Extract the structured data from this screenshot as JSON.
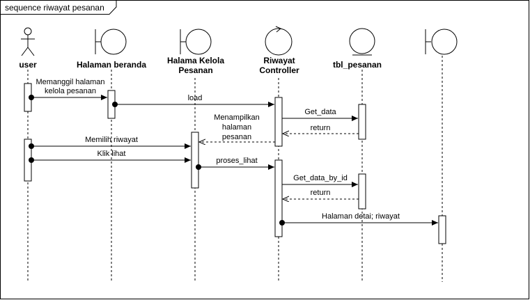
{
  "frame": {
    "title": "sequence riwayat pesanan"
  },
  "participants": [
    {
      "id": "user",
      "kind": "actor",
      "label_lines": [
        "user"
      ]
    },
    {
      "id": "beranda",
      "kind": "boundary",
      "label_lines": [
        "Halaman beranda"
      ]
    },
    {
      "id": "kelola",
      "kind": "boundary",
      "label_lines": [
        "Halama Kelola",
        "Pesanan"
      ]
    },
    {
      "id": "controller",
      "kind": "control",
      "label_lines": [
        "Riwayat",
        "Controller"
      ]
    },
    {
      "id": "tbl",
      "kind": "entity",
      "label_lines": [
        "tbl_pesanan"
      ]
    },
    {
      "id": "detail",
      "kind": "boundary",
      "label_lines": []
    }
  ],
  "messages": [
    {
      "id": "m1",
      "from": "user",
      "to": "beranda",
      "kind": "sync",
      "label_lines": [
        "Memanggil halaman",
        "kelola pesanan"
      ]
    },
    {
      "id": "m2",
      "from": "beranda",
      "to": "controller",
      "kind": "sync",
      "label_lines": [
        "load"
      ]
    },
    {
      "id": "m3",
      "from": "controller",
      "to": "tbl",
      "kind": "sync",
      "label_lines": [
        "Get_data"
      ]
    },
    {
      "id": "m4",
      "from": "tbl",
      "to": "controller",
      "kind": "return",
      "label_lines": [
        "return"
      ]
    },
    {
      "id": "m5",
      "from": "controller",
      "to": "kelola",
      "kind": "return",
      "label_lines": [
        "Menampilkan",
        "halaman",
        "pesanan"
      ]
    },
    {
      "id": "m6",
      "from": "user",
      "to": "kelola",
      "kind": "sync",
      "label_lines": [
        "Memilih riwayat"
      ]
    },
    {
      "id": "m7",
      "from": "user",
      "to": "kelola",
      "kind": "sync",
      "label_lines": [
        "Klik lihat"
      ]
    },
    {
      "id": "m8",
      "from": "kelola",
      "to": "controller",
      "kind": "sync",
      "label_lines": [
        "proses_lihat"
      ]
    },
    {
      "id": "m9",
      "from": "controller",
      "to": "tbl",
      "kind": "sync",
      "label_lines": [
        "Get_data_by_id"
      ]
    },
    {
      "id": "m10",
      "from": "tbl",
      "to": "controller",
      "kind": "return",
      "label_lines": [
        "return"
      ]
    },
    {
      "id": "m11",
      "from": "controller",
      "to": "detail",
      "kind": "sync",
      "label_lines": [
        "Halaman detai; riwayat"
      ]
    }
  ]
}
